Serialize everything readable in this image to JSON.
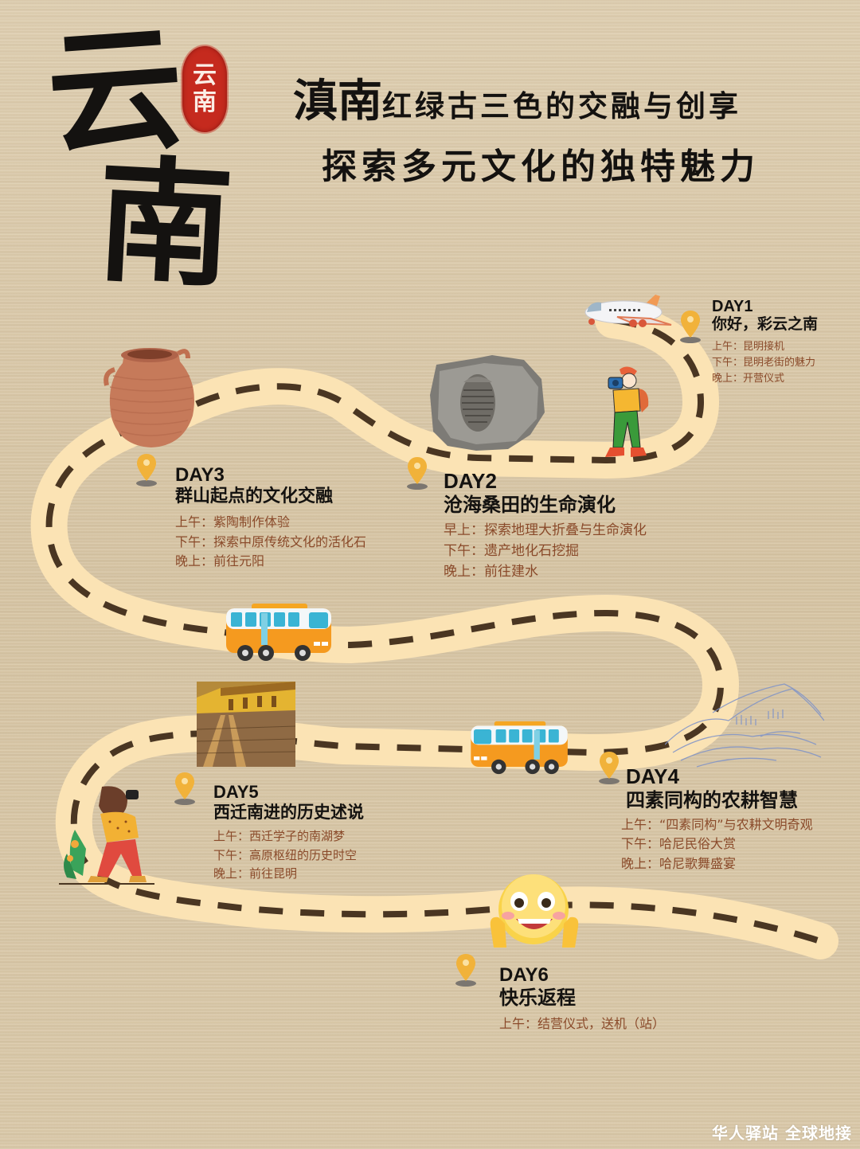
{
  "title": {
    "big_chars": [
      "云",
      "南"
    ],
    "seal_chars": [
      "云",
      "南"
    ],
    "seal_color": "#c52a1e"
  },
  "headline": {
    "line1_lead": "滇南",
    "line1_rest": "红绿古三色的交融与创享",
    "line2": "探索多元文化的独特魅力"
  },
  "route": {
    "road_color": "#fbe3b4",
    "dash_color": "#4a3622"
  },
  "days": [
    {
      "label": "DAY1",
      "title": "你好，彩云之南",
      "items": [
        "上午：昆明接机",
        "下午：昆明老街的魅力",
        "晚上：开营仪式"
      ],
      "illustration": "airplane-and-traveler-with-camera"
    },
    {
      "label": "DAY2",
      "title": "沧海桑田的生命演化",
      "items": [
        "早上：探索地理大折叠与生命演化",
        "下午：遗产地化石挖掘",
        "晚上：前往建水"
      ],
      "illustration": "trilobite-fossil"
    },
    {
      "label": "DAY3",
      "title": "群山起点的文化交融",
      "items": [
        "上午：紫陶制作体验",
        "下午：探索中原传统文化的活化石",
        "晚上：前往元阳"
      ],
      "illustration": "clay-pot"
    },
    {
      "label": "DAY4",
      "title": "四素同构的农耕智慧",
      "items": [
        "上午：“四素同构”与农耕文明奇观",
        "下午：哈尼民俗大赏",
        "晚上：哈尼歌舞盛宴"
      ],
      "illustration": "terraced-fields-sketch"
    },
    {
      "label": "DAY5",
      "title": "西迁南进的历史述说",
      "items": [
        "上午：西迁学子的南湖梦",
        "下午：高原枢纽的历史时空",
        "晚上：前往昆明"
      ],
      "illustration": "railway-station-photo"
    },
    {
      "label": "DAY6",
      "title": "快乐返程",
      "items": [
        "上午：结营仪式，送机（站）"
      ],
      "illustration": "thumbs-up-emoji"
    }
  ],
  "watermark": "华人驿站 全球地接"
}
